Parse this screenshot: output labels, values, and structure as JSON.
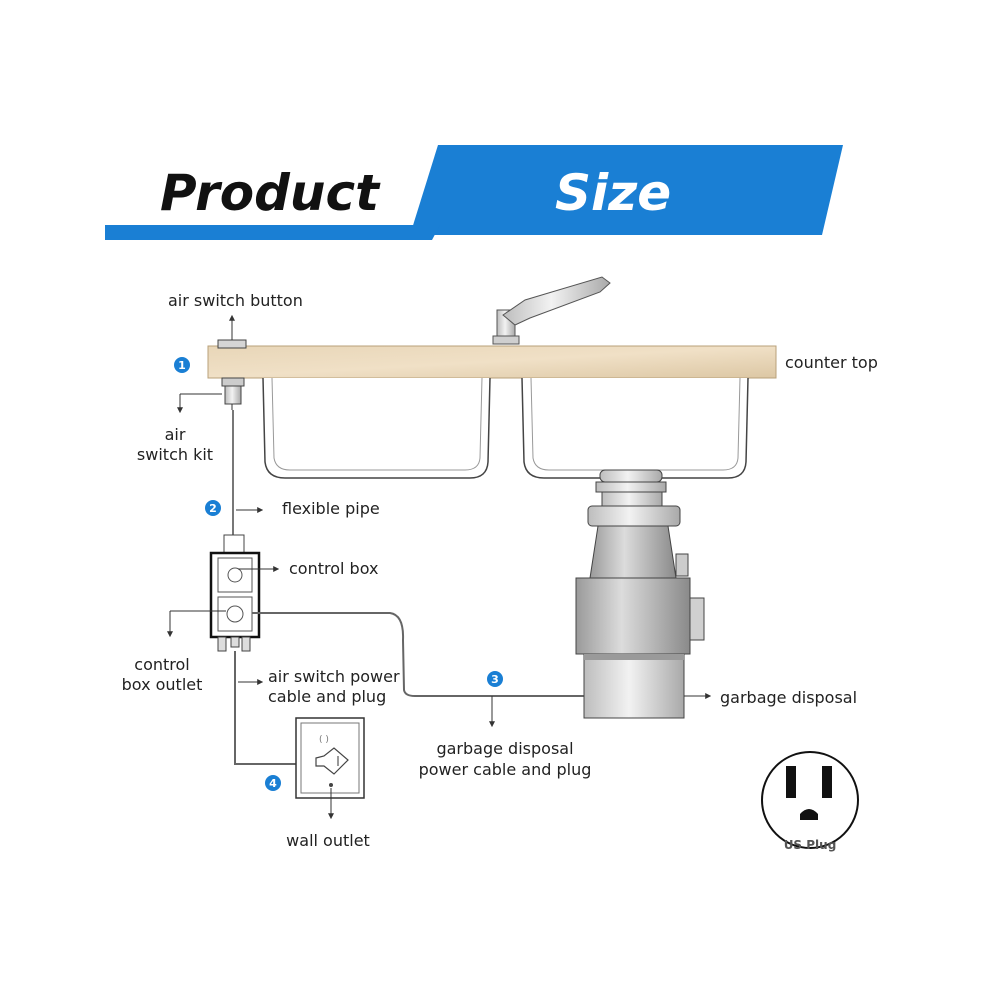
{
  "banner": {
    "word1": "Product",
    "word2": "Size",
    "accent_color": "#1a7fd4"
  },
  "labels": {
    "air_switch_button": "air switch button",
    "counter_top": "counter top",
    "air_switch_kit_1": "air",
    "air_switch_kit_2": "switch kit",
    "flexible_pipe": "flexible pipe",
    "control_box": "control box",
    "control_box_outlet_1": "control",
    "control_box_outlet_2": "box outlet",
    "air_switch_power_1": "air switch power",
    "air_switch_power_2": "cable and plug",
    "garbage_disposal": "garbage disposal",
    "gd_power_1": "garbage disposal",
    "gd_power_2": "power cable and plug",
    "wall_outlet": "wall outlet"
  },
  "steps": [
    "1",
    "2",
    "3",
    "4"
  ],
  "us_plug": {
    "caption": "US Plug"
  }
}
